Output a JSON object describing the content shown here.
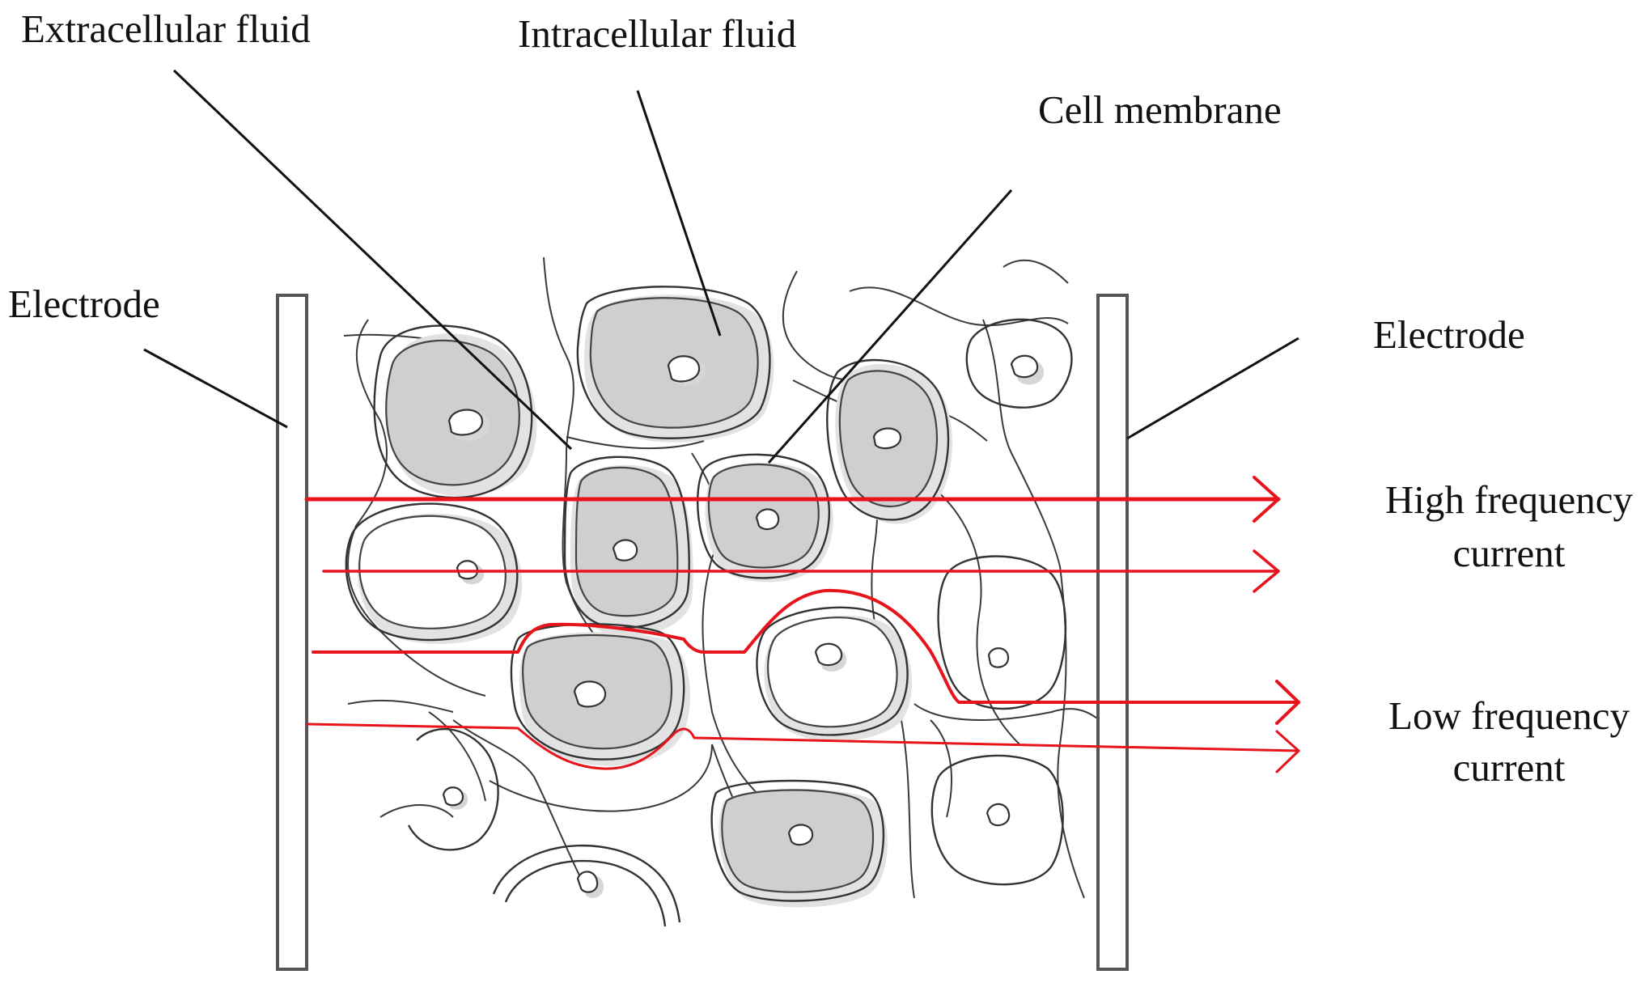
{
  "labels": {
    "extracellular": "Extracellular fluid",
    "intracellular": "Intracellular fluid",
    "membrane": "Cell membrane",
    "electrode_left": "Electrode",
    "electrode_right": "Electrode",
    "high_freq_line1": "High frequency",
    "high_freq_line2": "current",
    "low_freq_line1": "Low frequency",
    "low_freq_line2": "current"
  },
  "colors": {
    "current": "#e8141c",
    "leader": "#111111",
    "cell_fill": "#cfcfcf"
  }
}
